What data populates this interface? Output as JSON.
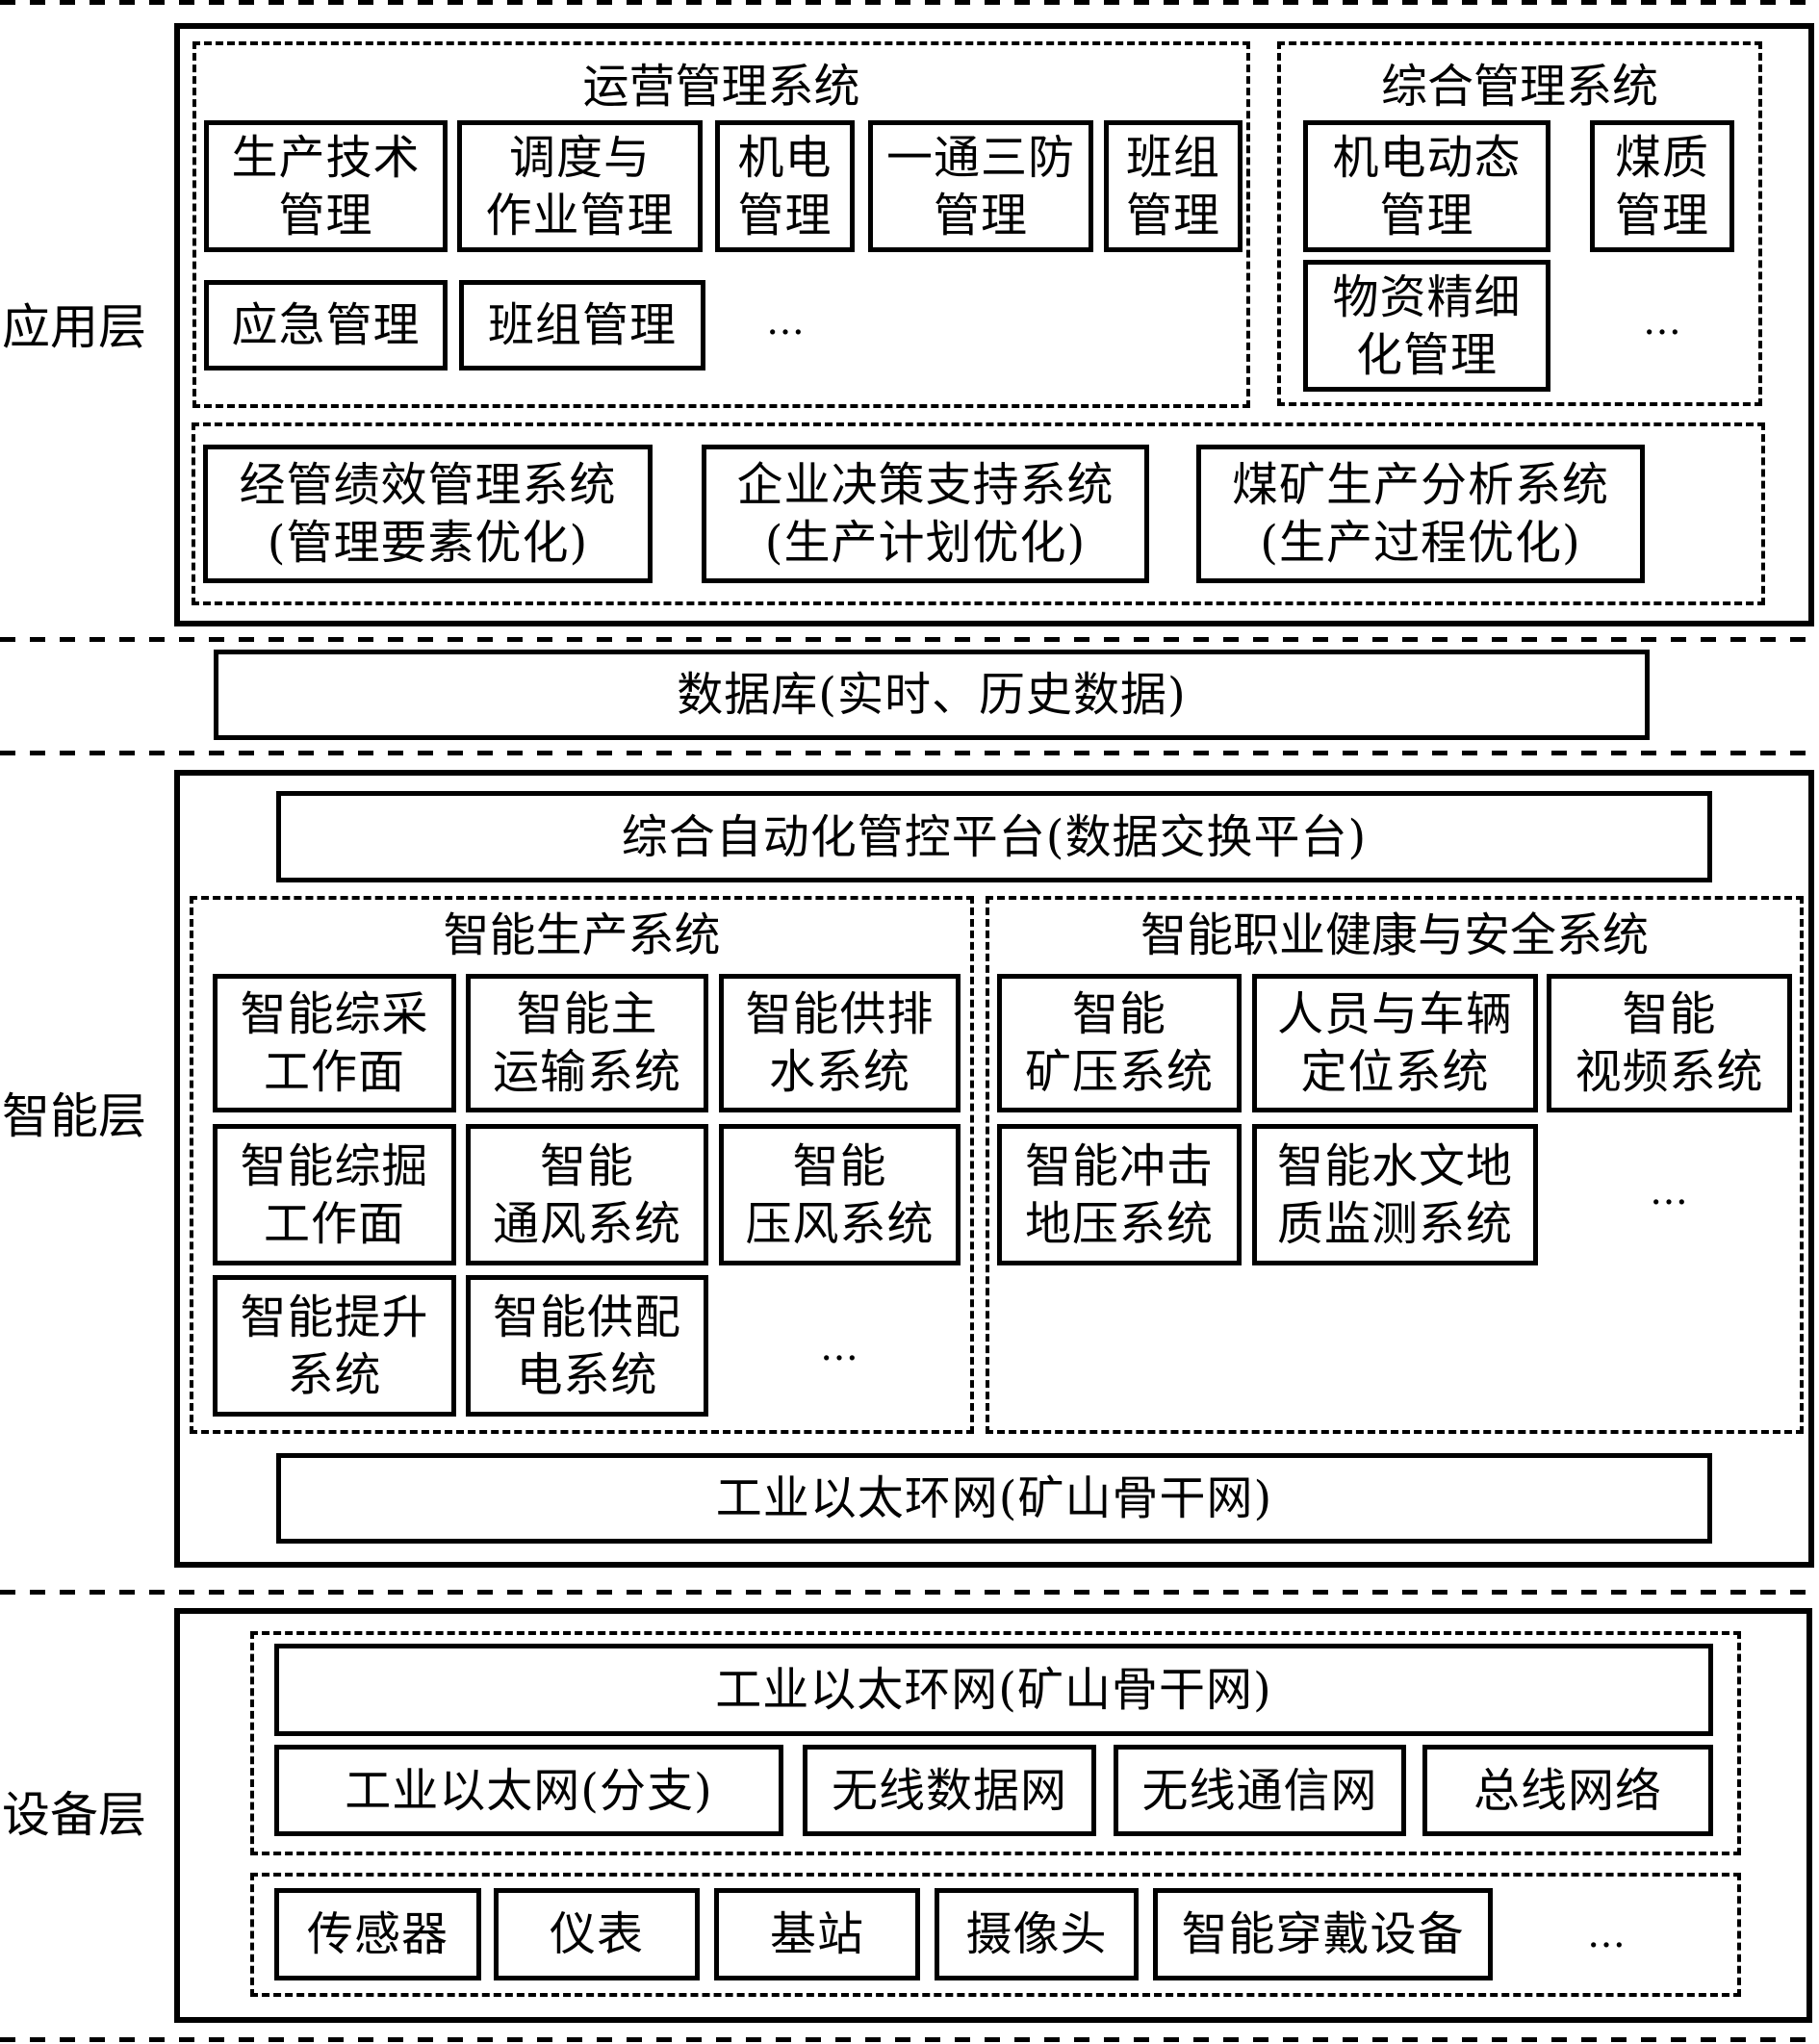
{
  "layers": {
    "application": "应用层",
    "intelligent": "智能层",
    "device": "设备层"
  },
  "application": {
    "operations": {
      "title": "运营管理系统",
      "items": [
        "生产技术\n管理",
        "调度与\n作业管理",
        "机电\n管理",
        "一通三防\n管理",
        "班组\n管理",
        "应急管理",
        "班组管理"
      ],
      "more": "…"
    },
    "integrated": {
      "title": "综合管理系统",
      "items": [
        "机电动态\n管理",
        "煤质\n管理",
        "物资精细\n化管理"
      ],
      "more": "…"
    },
    "analysis": {
      "items": [
        "经管绩效管理系统\n(管理要素优化)",
        "企业决策支持系统\n(生产计划优化)",
        "煤矿生产分析系统\n(生产过程优化)"
      ]
    }
  },
  "database": "数据库(实时、历史数据)",
  "intelligent": {
    "platform": "综合自动化管控平台(数据交换平台)",
    "production": {
      "title": "智能生产系统",
      "items": [
        "智能综采\n工作面",
        "智能主\n运输系统",
        "智能供排\n水系统",
        "智能综掘\n工作面",
        "智能\n通风系统",
        "智能\n压风系统",
        "智能提升\n系统",
        "智能供配\n电系统"
      ],
      "more": "…"
    },
    "safety": {
      "title": "智能职业健康与安全系统",
      "items": [
        "智能\n矿压系统",
        "人员与车辆\n定位系统",
        "智能\n视频系统",
        "智能冲击\n地压系统",
        "智能水文地\n质监测系统"
      ],
      "more": "…"
    },
    "backbone": "工业以太环网(矿山骨干网)"
  },
  "device": {
    "backbone": "工业以太环网(矿山骨干网)",
    "networks": [
      "工业以太网(分支)",
      "无线数据网",
      "无线通信网",
      "总线网络"
    ],
    "devices": [
      "传感器",
      "仪表",
      "基站",
      "摄像头",
      "智能穿戴设备"
    ],
    "more": "…"
  }
}
